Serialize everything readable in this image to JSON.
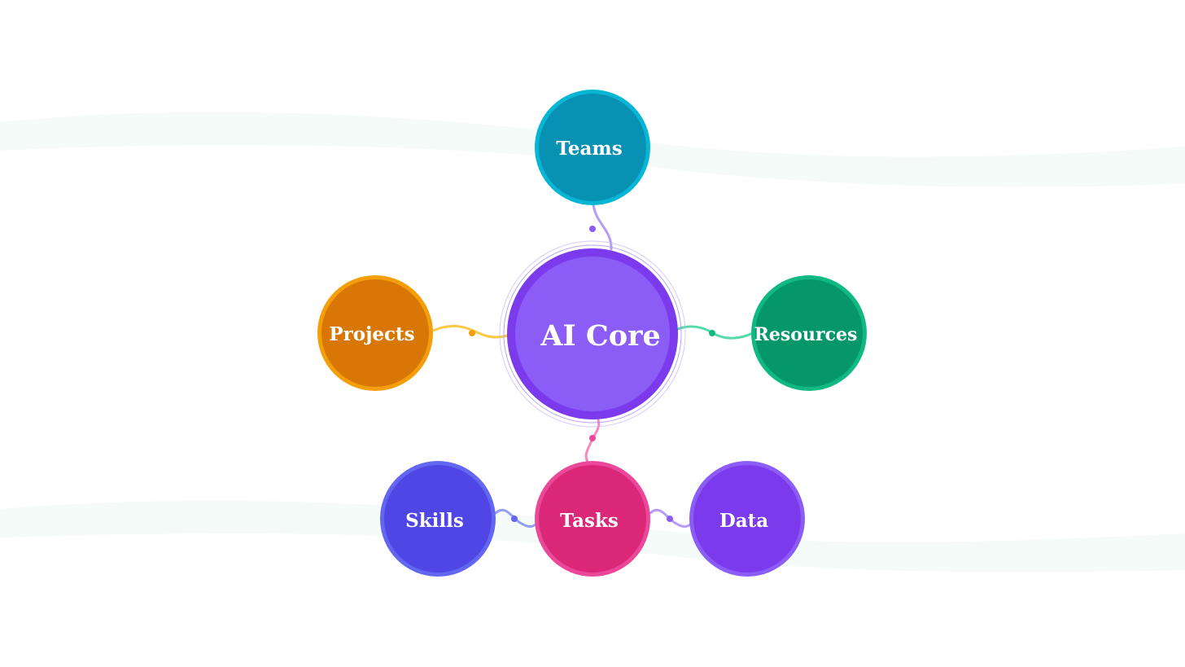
{
  "diagram": {
    "center": {
      "label": "AI Core",
      "fill": "#8b5cf6",
      "ring": "#7c3aed"
    },
    "nodes": [
      {
        "id": "teams",
        "label": "Teams",
        "fill": "#0891b2",
        "ring": "#06b6d4",
        "link": "#a78bfa"
      },
      {
        "id": "projects",
        "label": "Projects",
        "fill": "#d97706",
        "ring": "#f59e0b",
        "link": "#fbbf24"
      },
      {
        "id": "resources",
        "label": "Resources",
        "fill": "#059669",
        "ring": "#10b981",
        "link": "#34d399"
      },
      {
        "id": "tasks",
        "label": "Tasks",
        "fill": "#db2777",
        "ring": "#ec4899",
        "link": "#f472b6"
      },
      {
        "id": "skills",
        "label": "Skills",
        "fill": "#4f46e5",
        "ring": "#6366f1",
        "link": "#818cf8"
      },
      {
        "id": "data",
        "label": "Data",
        "fill": "#7c3aed",
        "ring": "#8b5cf6",
        "link": "#a78bfa"
      }
    ]
  }
}
